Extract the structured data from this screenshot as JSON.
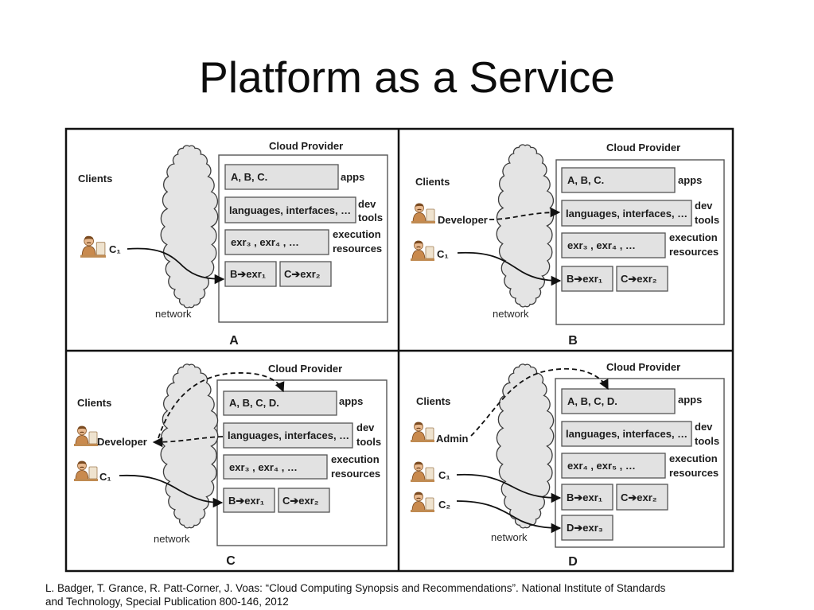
{
  "slide": {
    "title": "Platform as a Service"
  },
  "diagram": {
    "panels": [
      {
        "letter": "A",
        "provider_label": "Cloud Provider",
        "clients_label": "Clients",
        "network_label": "network",
        "apps": {
          "box": "A, B, C.",
          "label": "apps"
        },
        "dev": {
          "box": "languages, interfaces, …",
          "label_line1": "dev",
          "label_line2": "tools"
        },
        "exec": {
          "box": "exr₃ , exr₄ , …",
          "label_line1": "execution",
          "label_line2": "resources"
        },
        "mappings": [
          "B➔exr₁",
          "C➔exr₂"
        ],
        "clients": [
          {
            "label": "C₁",
            "icon": "client-icon"
          }
        ]
      },
      {
        "letter": "B",
        "provider_label": "Cloud Provider",
        "clients_label": "Clients",
        "network_label": "network",
        "apps": {
          "box": "A, B, C.",
          "label": "apps"
        },
        "dev": {
          "box": "languages, interfaces, …",
          "label_line1": "dev",
          "label_line2": "tools"
        },
        "exec": {
          "box": "exr₃ , exr₄ , …",
          "label_line1": "execution",
          "label_line2": "resources"
        },
        "mappings": [
          "B➔exr₁",
          "C➔exr₂"
        ],
        "clients": [
          {
            "label": "Developer",
            "icon": "developer-icon"
          },
          {
            "label": "C₁",
            "icon": "client-icon"
          }
        ]
      },
      {
        "letter": "C",
        "provider_label": "Cloud Provider",
        "clients_label": "Clients",
        "network_label": "network",
        "apps": {
          "box": "A, B, C, D.",
          "label": "apps"
        },
        "dev": {
          "box": "languages, interfaces, …",
          "label_line1": "dev",
          "label_line2": "tools"
        },
        "exec": {
          "box": "exr₃ , exr₄ , …",
          "label_line1": "execution",
          "label_line2": "resources"
        },
        "mappings": [
          "B➔exr₁",
          "C➔exr₂"
        ],
        "clients": [
          {
            "label": "Developer",
            "icon": "developer-icon"
          },
          {
            "label": "C₁",
            "icon": "client-icon"
          }
        ]
      },
      {
        "letter": "D",
        "provider_label": "Cloud Provider",
        "clients_label": "Clients",
        "network_label": "network",
        "apps": {
          "box": "A, B, C, D.",
          "label": "apps"
        },
        "dev": {
          "box": "languages, interfaces, …",
          "label_line1": "dev",
          "label_line2": "tools"
        },
        "exec": {
          "box": "exr₄ , exr₅ , …",
          "label_line1": "execution",
          "label_line2": "resources"
        },
        "mappings": [
          "B➔exr₁",
          "C➔exr₂",
          "D➔exr₃"
        ],
        "clients": [
          {
            "label": "Admin",
            "icon": "admin-icon"
          },
          {
            "label": "C₁",
            "icon": "client-icon"
          },
          {
            "label": "C₂",
            "icon": "client-icon"
          }
        ]
      }
    ]
  },
  "citation": {
    "lines": [
      "L. Badger, T. Grance, R. Patt-Corner, J. Voas: “Cloud Computing Synopsis and Recommendations”. National Institute of Standards",
      "and Technology, Special Publication 800-146, 2012"
    ]
  }
}
